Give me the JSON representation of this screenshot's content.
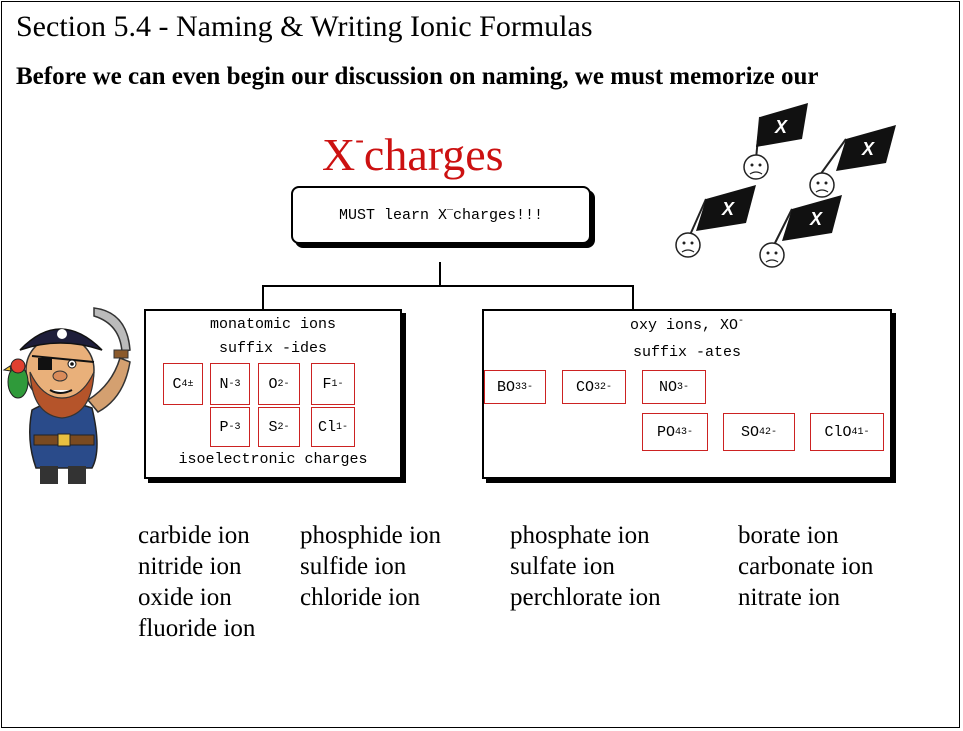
{
  "slide": {
    "title": "Section 5.4 - Naming & Writing Ionic Formulas",
    "subtitle": "Before we can even begin our discussion on naming, we must memorize our",
    "big_title": {
      "base": "X",
      "sup": "-",
      "rest": "charges"
    },
    "callout": {
      "before": "MUST learn X",
      "sup": "¯",
      "after": " charges!!!"
    }
  },
  "monatomic_box": {
    "header_line1": "monatomic ions",
    "header_line2": "suffix -ides",
    "footer": "isoelectronic charges",
    "ions": [
      {
        "base": "C",
        "sub": "",
        "sup": "4±"
      },
      {
        "base": "N",
        "sub": "",
        "sup": "-3"
      },
      {
        "base": "O",
        "sub": "",
        "sup": "2-"
      },
      {
        "base": "F",
        "sub": "",
        "sup": "1-"
      },
      {
        "base": "P",
        "sub": "",
        "sup": "-3"
      },
      {
        "base": "S",
        "sub": "",
        "sup": "2-"
      },
      {
        "base": "Cl",
        "sub": "",
        "sup": "1-"
      }
    ]
  },
  "oxy_box": {
    "header_line1": {
      "text": "oxy ions, XO",
      "sup": "-"
    },
    "header_line2": "suffix -ates",
    "ions": [
      {
        "base": "BO",
        "sub": "3",
        "sup": "3-"
      },
      {
        "base": "CO",
        "sub": "3",
        "sup": "2-"
      },
      {
        "base": "NO",
        "sub": "3",
        "sup": "-"
      },
      {
        "base": "PO",
        "sub": "4",
        "sup": "3-"
      },
      {
        "base": "SO",
        "sub": "4",
        "sup": "2-"
      },
      {
        "base": "ClO",
        "sub": "4",
        "sup": "1-"
      }
    ]
  },
  "ion_names": {
    "col1": [
      "carbide ion",
      "nitride ion",
      "oxide ion",
      "fluoride ion"
    ],
    "col2": [
      "phosphide ion",
      "sulfide ion",
      "chloride ion"
    ],
    "col3": [
      "phosphate ion",
      "sulfate ion",
      "perchlorate ion"
    ],
    "col4": [
      "borate ion",
      "carbonate ion",
      "nitrate ion"
    ]
  },
  "flags": {
    "label": "X"
  },
  "colors": {
    "title_red": "#cc1111",
    "ion_border": "#cc2222"
  },
  "icons": [
    "pirate-clipart",
    "x-flag-clipart"
  ]
}
